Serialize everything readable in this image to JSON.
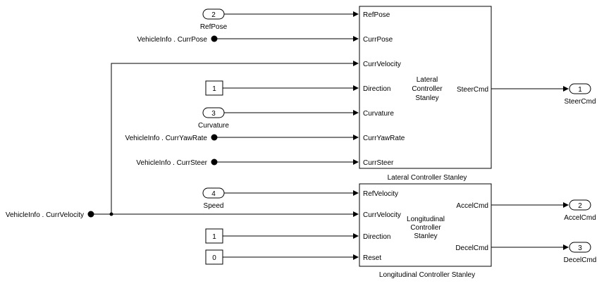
{
  "lateral": {
    "inputs": [
      "RefPose",
      "CurrPose",
      "CurrVelocity",
      "Direction",
      "Curvature",
      "CurrYawRate",
      "CurrSteer"
    ],
    "output": "SteerCmd",
    "center_lines": [
      "Lateral",
      "Controller",
      "Stanley"
    ],
    "caption": "Lateral Controller Stanley"
  },
  "longitudinal": {
    "inputs": [
      "RefVelocity",
      "CurrVelocity",
      "Direction",
      "Reset"
    ],
    "outputs": [
      "AccelCmd",
      "DecelCmd"
    ],
    "center_lines": [
      "Longitudinal",
      "Controller",
      "Stanley"
    ],
    "caption": "Longitudinal Controller Stanley"
  },
  "inports": [
    {
      "number": "2",
      "label": "RefPose"
    },
    {
      "number": "3",
      "label": "Curvature"
    },
    {
      "number": "4",
      "label": "Speed"
    }
  ],
  "outports": [
    {
      "number": "1",
      "label": "SteerCmd"
    },
    {
      "number": "2",
      "label": "AccelCmd"
    },
    {
      "number": "3",
      "label": "DecelCmd"
    }
  ],
  "constants": [
    "1",
    "1",
    "0"
  ],
  "bus_selectors": [
    "VehicleInfo . CurrPose",
    "VehicleInfo . CurrYawRate",
    "VehicleInfo . CurrSteer",
    "VehicleInfo . CurrVelocity"
  ]
}
